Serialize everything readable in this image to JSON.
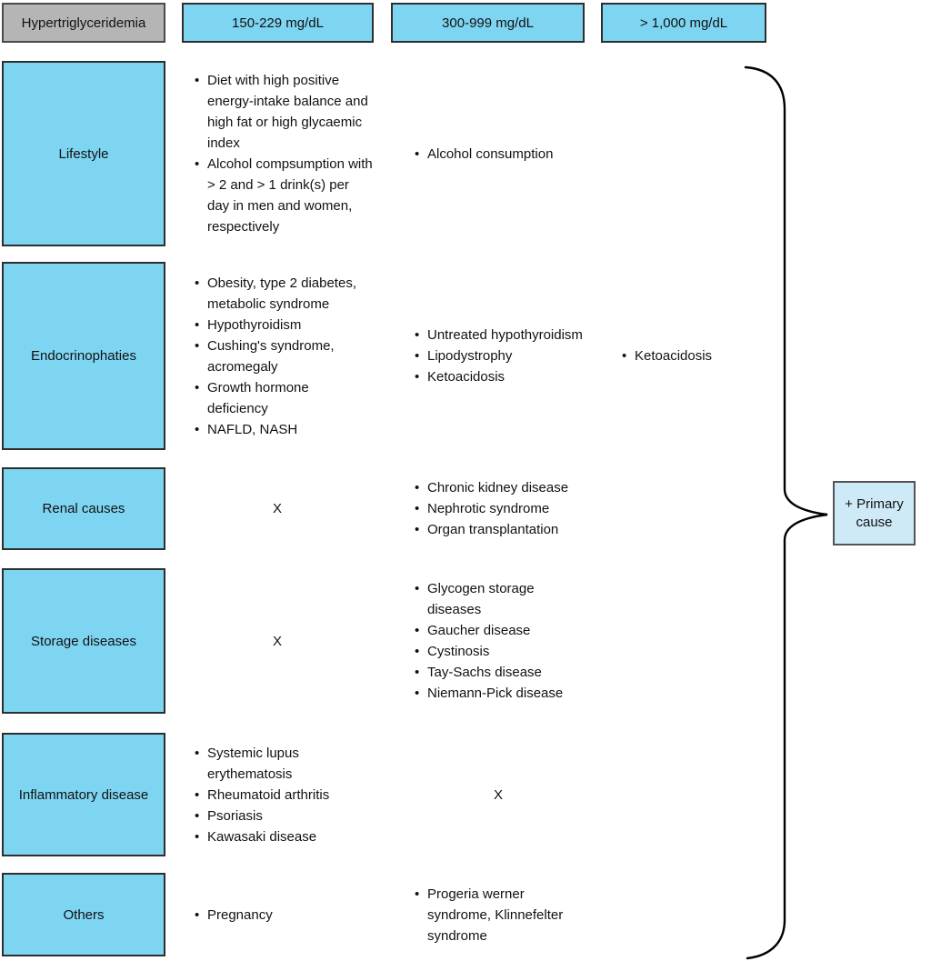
{
  "colors": {
    "box_cyan": "#7ed5f2",
    "box_gray": "#b5b5b5",
    "box_lightblue": "#cfeaf7",
    "border": "#2e2e2e",
    "text": "#111111"
  },
  "header": {
    "title": "Hypertriglyceridemia",
    "columns": [
      "150-229 mg/dL",
      "300-999 mg/dL",
      "> 1,000 mg/dL"
    ]
  },
  "rows": [
    {
      "category": "Lifestyle",
      "col1": {
        "items": [
          "Diet with high positive energy-intake balance and high fat or high glycaemic index",
          "Alcohol compsumption with > 2 and > 1 drink(s) per day in men and women, respectively"
        ]
      },
      "col2": {
        "items": [
          "Alcohol consumption"
        ]
      },
      "col3": {}
    },
    {
      "category": "Endocrinophaties",
      "col1": {
        "items": [
          "Obesity, type 2 diabetes, metabolic syndrome",
          "Hypothyroidism",
          "Cushing's syndrome, acromegaly",
          "Growth hormone deficiency",
          "NAFLD, NASH"
        ]
      },
      "col2": {
        "items": [
          "Untreated hypothyroidism",
          "Lipodystrophy",
          "Ketoacidosis"
        ]
      },
      "col3": {
        "items": [
          "Ketoacidosis"
        ]
      }
    },
    {
      "category": "Renal causes",
      "col1": {
        "mark": "X"
      },
      "col2": {
        "items": [
          "Chronic kidney disease",
          "Nephrotic syndrome",
          "Organ transplantation"
        ]
      },
      "col3": {}
    },
    {
      "category": "Storage diseases",
      "col1": {
        "mark": "X"
      },
      "col2": {
        "items": [
          "Glycogen storage diseases",
          "Gaucher disease",
          "Cystinosis",
          "Tay-Sachs disease",
          "Niemann-Pick disease"
        ]
      },
      "col3": {}
    },
    {
      "category": "Inflammatory disease",
      "col1": {
        "items": [
          "Systemic lupus erythematosis",
          "Rheumatoid arthritis",
          "Psoriasis",
          "Kawasaki disease"
        ]
      },
      "col2": {
        "mark": "X"
      },
      "col3": {}
    },
    {
      "category": "Others",
      "col1": {
        "items": [
          "Pregnancy"
        ]
      },
      "col2": {
        "items": [
          "Progeria werner syndrome, Klinnefelter syndrome"
        ]
      },
      "col3": {}
    }
  ],
  "result": {
    "label": "+ Primary cause"
  }
}
